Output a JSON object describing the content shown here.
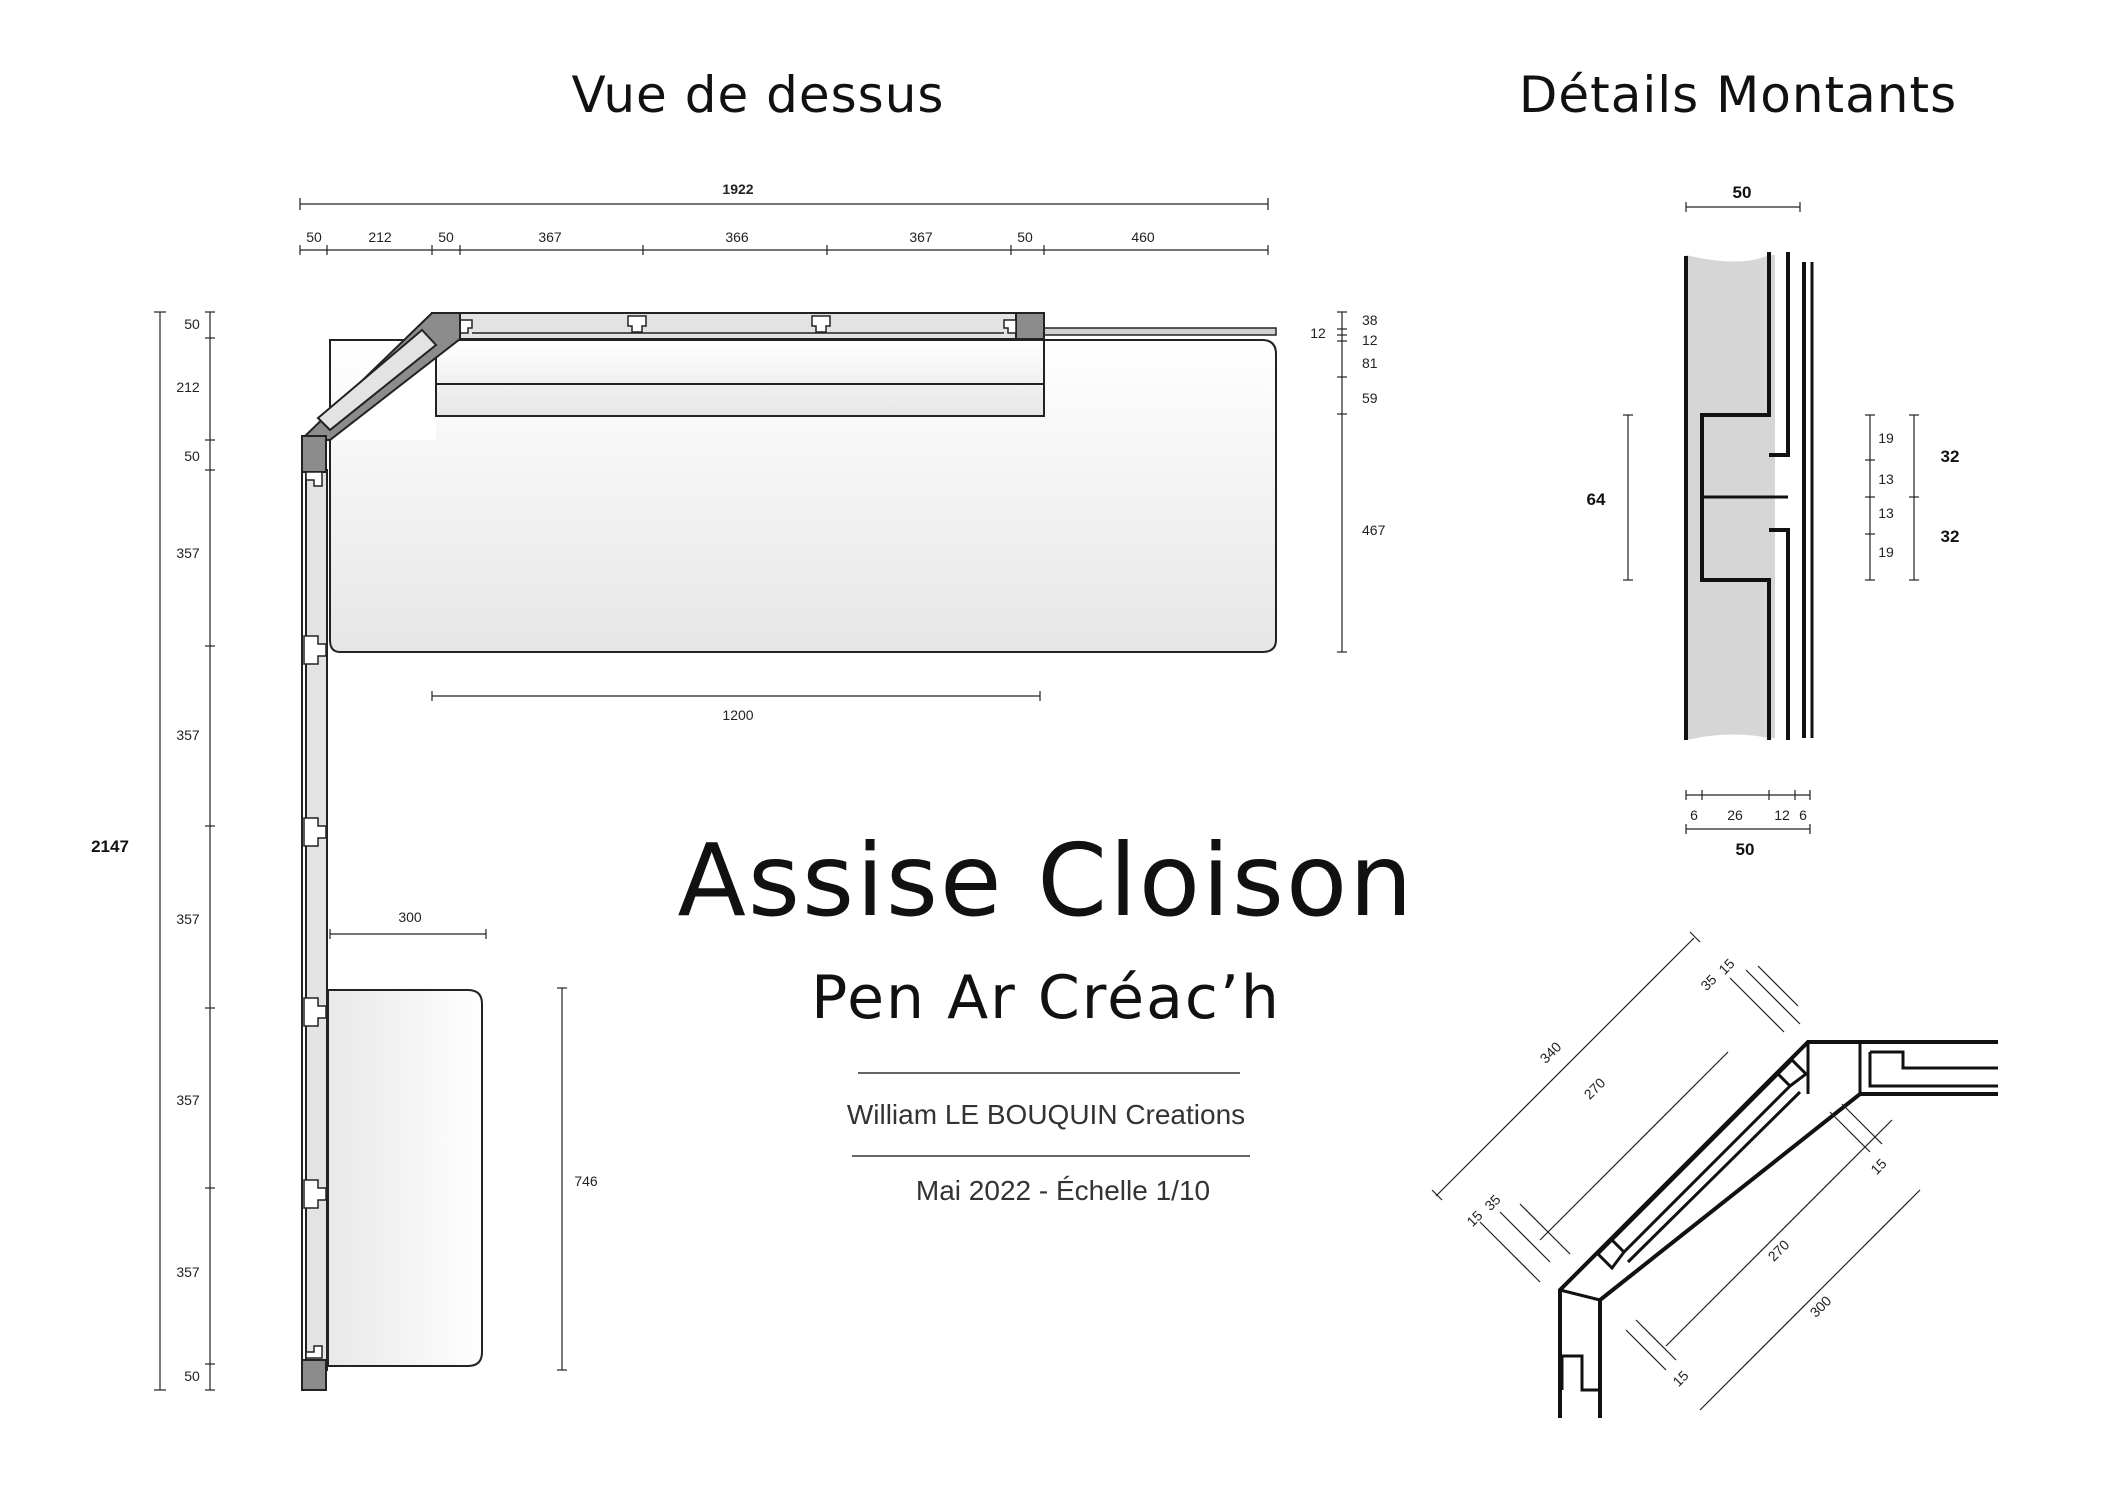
{
  "titles": {
    "top_view": "Vue de dessus",
    "details": "Détails Montants",
    "main_title": "Assise Cloison",
    "subtitle": "Pen Ar Créac’h",
    "author": "William LE BOUQUIN Creations",
    "date_scale": "Mai 2022 - Échelle 1/10"
  },
  "top_view": {
    "total_width": "1922",
    "top_segments": [
      "50",
      "212",
      "50",
      "367",
      "366",
      "367",
      "50",
      "460"
    ],
    "total_height": "2147",
    "left_segments": [
      "50",
      "212",
      "50",
      "357",
      "357",
      "357",
      "357",
      "357",
      "50"
    ],
    "right_segments": [
      "38",
      "12",
      "12",
      "81",
      "59",
      "467"
    ],
    "seat_length": "1200",
    "lower_seat_width": "300",
    "lower_seat_length": "746"
  },
  "detail_upright": {
    "top_width": "50",
    "height": "64",
    "right_small": [
      "19",
      "13",
      "13",
      "19"
    ],
    "right_big": [
      "32",
      "32"
    ],
    "bottom_segments": [
      "6",
      "26",
      "12",
      "6"
    ],
    "bottom_total": "50"
  },
  "detail_corner": {
    "outer_length": "340",
    "inner_length": "270",
    "left_offsets": [
      "15",
      "35"
    ],
    "top_offsets": [
      "35",
      "15"
    ],
    "right_inner": "270",
    "right_outer": "300",
    "right_offsets": [
      "15",
      "15"
    ]
  },
  "colors": {
    "wall": "#8c8c8c",
    "frame": "#e3e3e3",
    "line": "#222222"
  }
}
